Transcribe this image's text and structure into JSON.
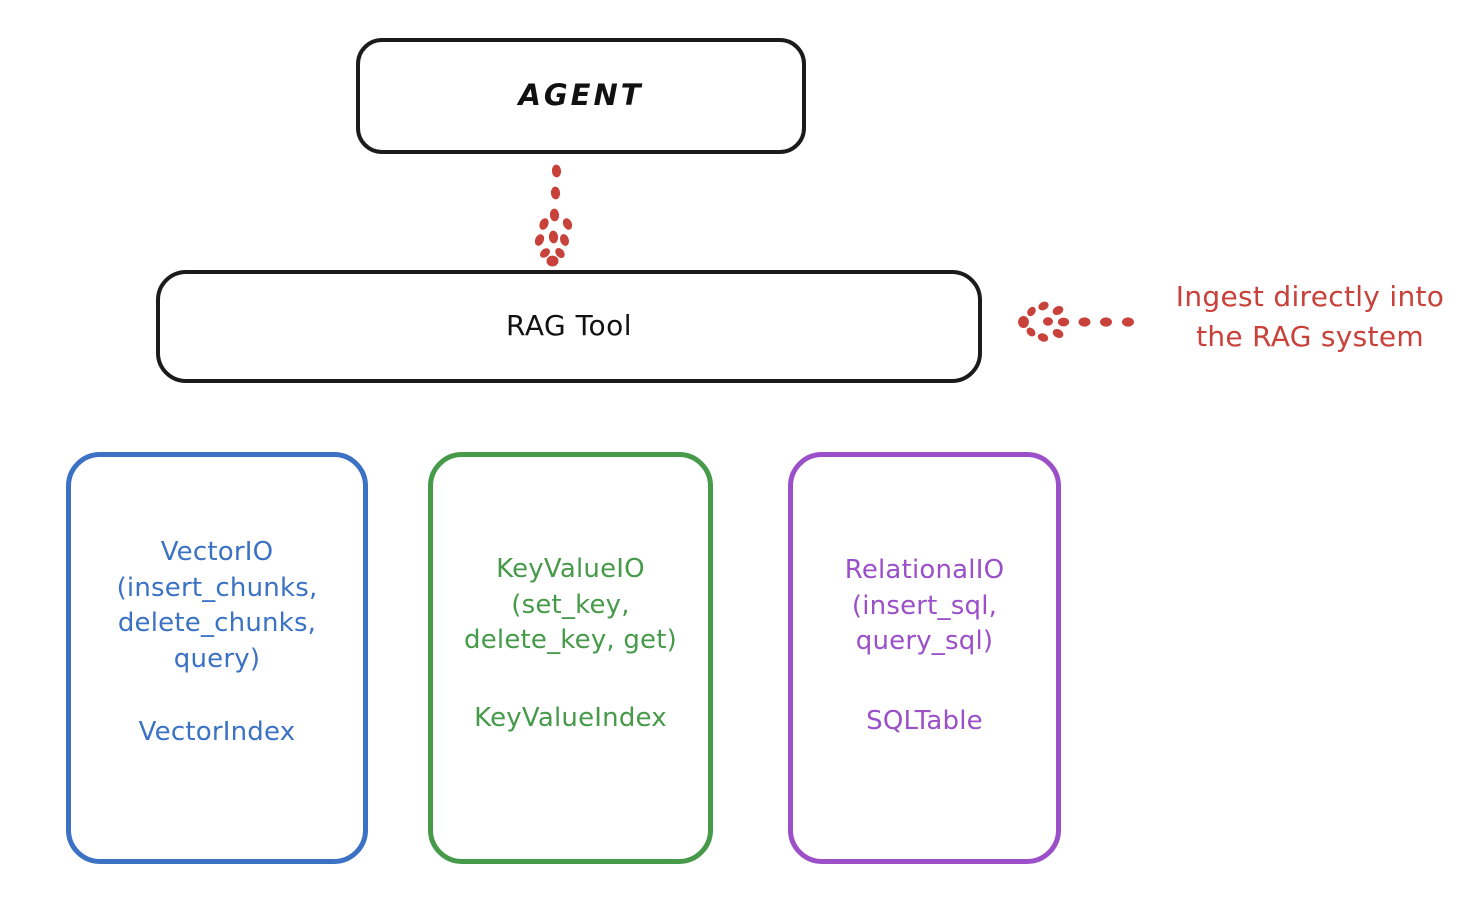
{
  "diagram": {
    "title": "RAG Tool architecture",
    "background_color": "#ffffff",
    "style": "hand-drawn"
  },
  "nodes": {
    "agent": {
      "label": "AGENT",
      "color": "#1b1b1b"
    },
    "rag_tool": {
      "label": "RAG Tool",
      "color": "#1b1b1b"
    },
    "vector_io": {
      "api_label": "VectorIO\n(insert_chunks,\ndelete_chunks,\nquery)",
      "index_label": "VectorIndex",
      "color": "#3b72c4"
    },
    "key_value_io": {
      "api_label": "KeyValueIO\n(set_key,\ndelete_key, get)",
      "index_label": "KeyValueIndex",
      "color": "#469a4a"
    },
    "relational_io": {
      "api_label": "RelationalIO\n(insert_sql,\nquery_sql)",
      "index_label": "SQLTable",
      "color": "#9b4fc8"
    }
  },
  "annotations": {
    "ingest": {
      "text": "Ingest directly into\nthe RAG system",
      "color": "#c8413a"
    }
  },
  "edges": {
    "agent_to_rag_tool": {
      "style": "dotted-arrow",
      "direction": "down",
      "color": "#c8413a"
    },
    "ingest_to_rag_tool": {
      "style": "dotted-arrow",
      "direction": "left",
      "color": "#c8413a"
    }
  }
}
